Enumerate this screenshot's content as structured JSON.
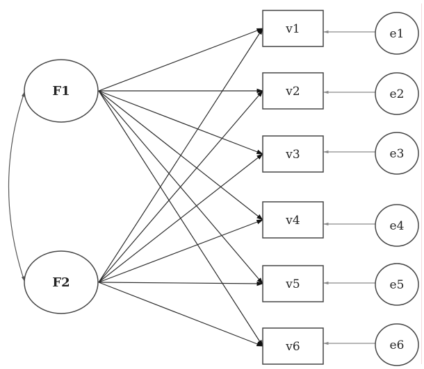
{
  "diagram": {
    "title": "",
    "type": "structural-equation-model",
    "latent_factors": [
      {
        "id": "F1",
        "label": "F1"
      },
      {
        "id": "F2",
        "label": "F2"
      }
    ],
    "observed_variables": [
      {
        "id": "v1",
        "label": "v1"
      },
      {
        "id": "v2",
        "label": "v2"
      },
      {
        "id": "v3",
        "label": "v3"
      },
      {
        "id": "v4",
        "label": "v4"
      },
      {
        "id": "v5",
        "label": "v5"
      },
      {
        "id": "v6",
        "label": "v6"
      }
    ],
    "error_terms": [
      {
        "id": "e1",
        "label": "e1",
        "target": "v1"
      },
      {
        "id": "e2",
        "label": "e2",
        "target": "v2"
      },
      {
        "id": "e3",
        "label": "e3",
        "target": "v3"
      },
      {
        "id": "e4",
        "label": "e4",
        "target": "v4"
      },
      {
        "id": "e5",
        "label": "e5",
        "target": "v5"
      },
      {
        "id": "e6",
        "label": "e6",
        "target": "v6"
      }
    ],
    "loadings": [
      {
        "from": "F1",
        "to": "v1"
      },
      {
        "from": "F1",
        "to": "v2"
      },
      {
        "from": "F1",
        "to": "v3"
      },
      {
        "from": "F1",
        "to": "v4"
      },
      {
        "from": "F1",
        "to": "v5"
      },
      {
        "from": "F1",
        "to": "v6"
      },
      {
        "from": "F2",
        "to": "v1"
      },
      {
        "from": "F2",
        "to": "v2"
      },
      {
        "from": "F2",
        "to": "v3"
      },
      {
        "from": "F2",
        "to": "v4"
      },
      {
        "from": "F2",
        "to": "v5"
      },
      {
        "from": "F2",
        "to": "v6"
      }
    ],
    "covariances": [
      {
        "between": [
          "F1",
          "F2"
        ],
        "bidirectional": true
      }
    ],
    "colors": {
      "loading_edge": "#2b2b2b",
      "error_edge": "#8a8a8a",
      "node_stroke": "#444444",
      "text": "#222222"
    }
  }
}
